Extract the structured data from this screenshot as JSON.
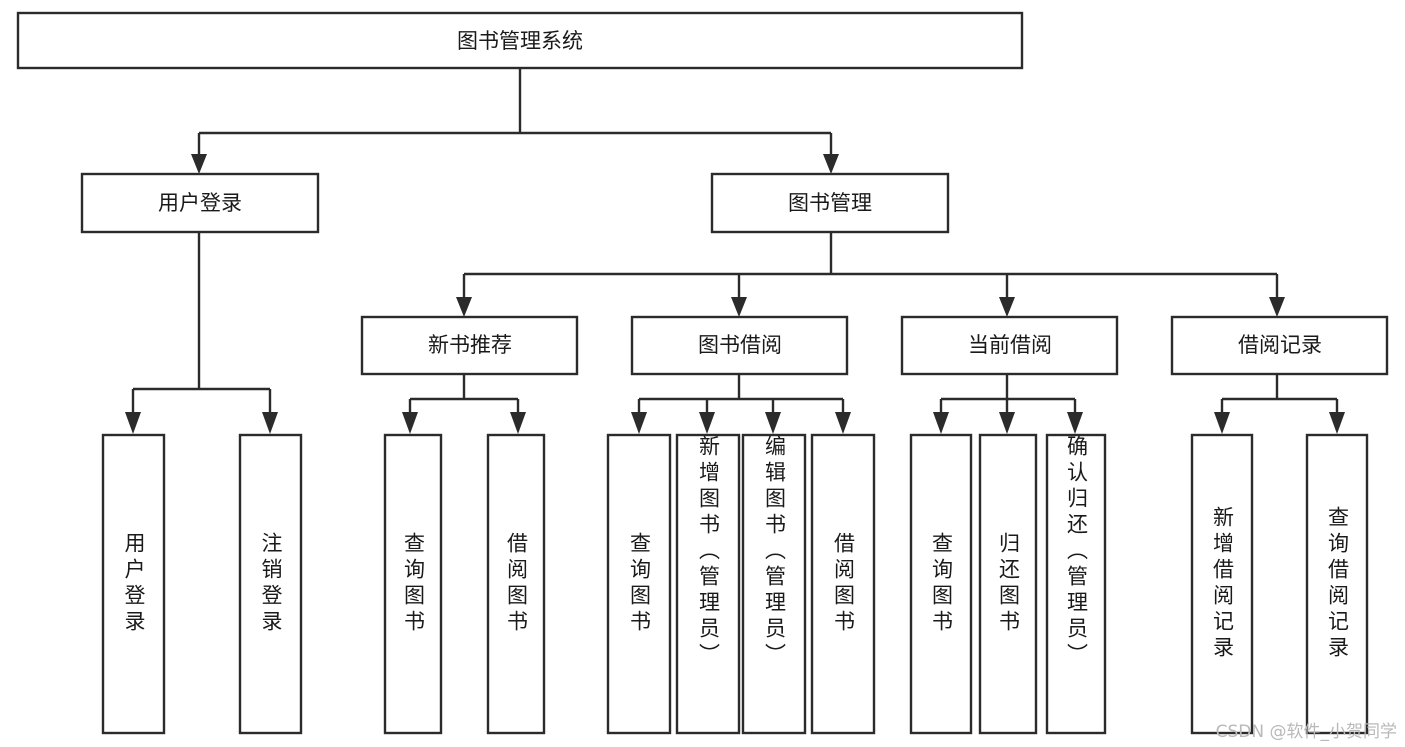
{
  "diagram": {
    "type": "tree",
    "title": "图书管理系统",
    "orientation": "top-down",
    "colors": {
      "box_fill": "#ffffff",
      "box_stroke": "#2b2b2b",
      "text": "#1a1a1a",
      "watermark": "#b9b9b9"
    },
    "root": {
      "label": "图书管理系统",
      "text_direction": "horizontal"
    },
    "level2": [
      {
        "label": "用户登录",
        "text_direction": "horizontal"
      },
      {
        "label": "图书管理",
        "text_direction": "horizontal"
      }
    ],
    "level3": [
      {
        "label": "新书推荐",
        "text_direction": "horizontal"
      },
      {
        "label": "图书借阅",
        "text_direction": "horizontal"
      },
      {
        "label": "当前借阅",
        "text_direction": "horizontal"
      },
      {
        "label": "借阅记录",
        "text_direction": "horizontal"
      }
    ],
    "leaves": {
      "user_login": [
        {
          "label": "用户登录",
          "text_direction": "vertical"
        },
        {
          "label": "注销登录",
          "text_direction": "vertical"
        }
      ],
      "new_book_recommend": [
        {
          "label": "查询图书",
          "text_direction": "vertical"
        },
        {
          "label": "借阅图书",
          "text_direction": "vertical"
        }
      ],
      "book_borrow": [
        {
          "label": "查询图书",
          "text_direction": "vertical"
        },
        {
          "label": "新增图书（管理员）",
          "text_direction": "vertical"
        },
        {
          "label": "编辑图书（管理员）",
          "text_direction": "vertical"
        },
        {
          "label": "借阅图书",
          "text_direction": "vertical"
        }
      ],
      "current_borrow": [
        {
          "label": "查询图书",
          "text_direction": "vertical"
        },
        {
          "label": "归还图书",
          "text_direction": "vertical"
        },
        {
          "label": "确认归还（管理员）",
          "text_direction": "vertical"
        }
      ],
      "borrow_record": [
        {
          "label": "新增借阅记录",
          "text_direction": "vertical"
        },
        {
          "label": "查询借阅记录",
          "text_direction": "vertical"
        }
      ]
    }
  },
  "watermark": {
    "text": "CSDN @软件_小贺同学"
  }
}
